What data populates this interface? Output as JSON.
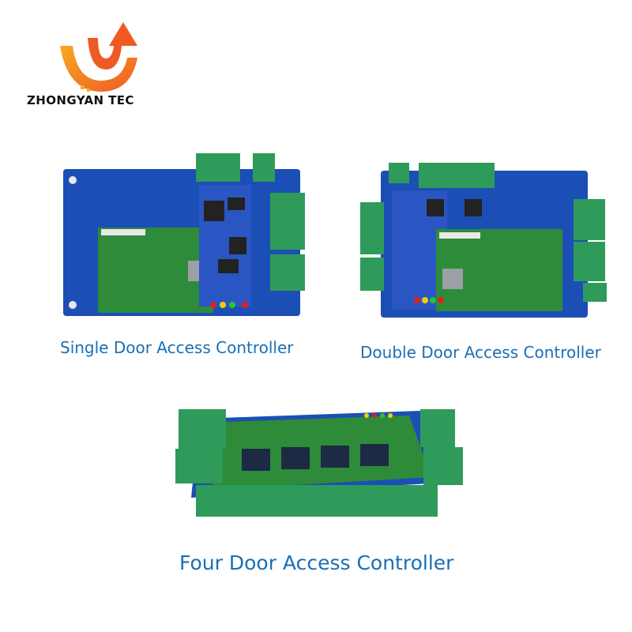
{
  "brand": {
    "name": "ZHONGYAN TEC",
    "colors": {
      "orange": "#f26a21",
      "yellow": "#f7a823",
      "text": "#111111"
    }
  },
  "products": [
    {
      "id": "single",
      "caption": "Single Door Access Controller"
    },
    {
      "id": "double",
      "caption": "Double Door Access Controller"
    },
    {
      "id": "four",
      "caption": "Four Door Access Controller"
    }
  ],
  "colors": {
    "pcb_blue": "#1c4fb5",
    "pcb_green": "#2e8b3a",
    "terminal_green": "#2f9b5a",
    "caption_blue": "#1a6fb5"
  }
}
